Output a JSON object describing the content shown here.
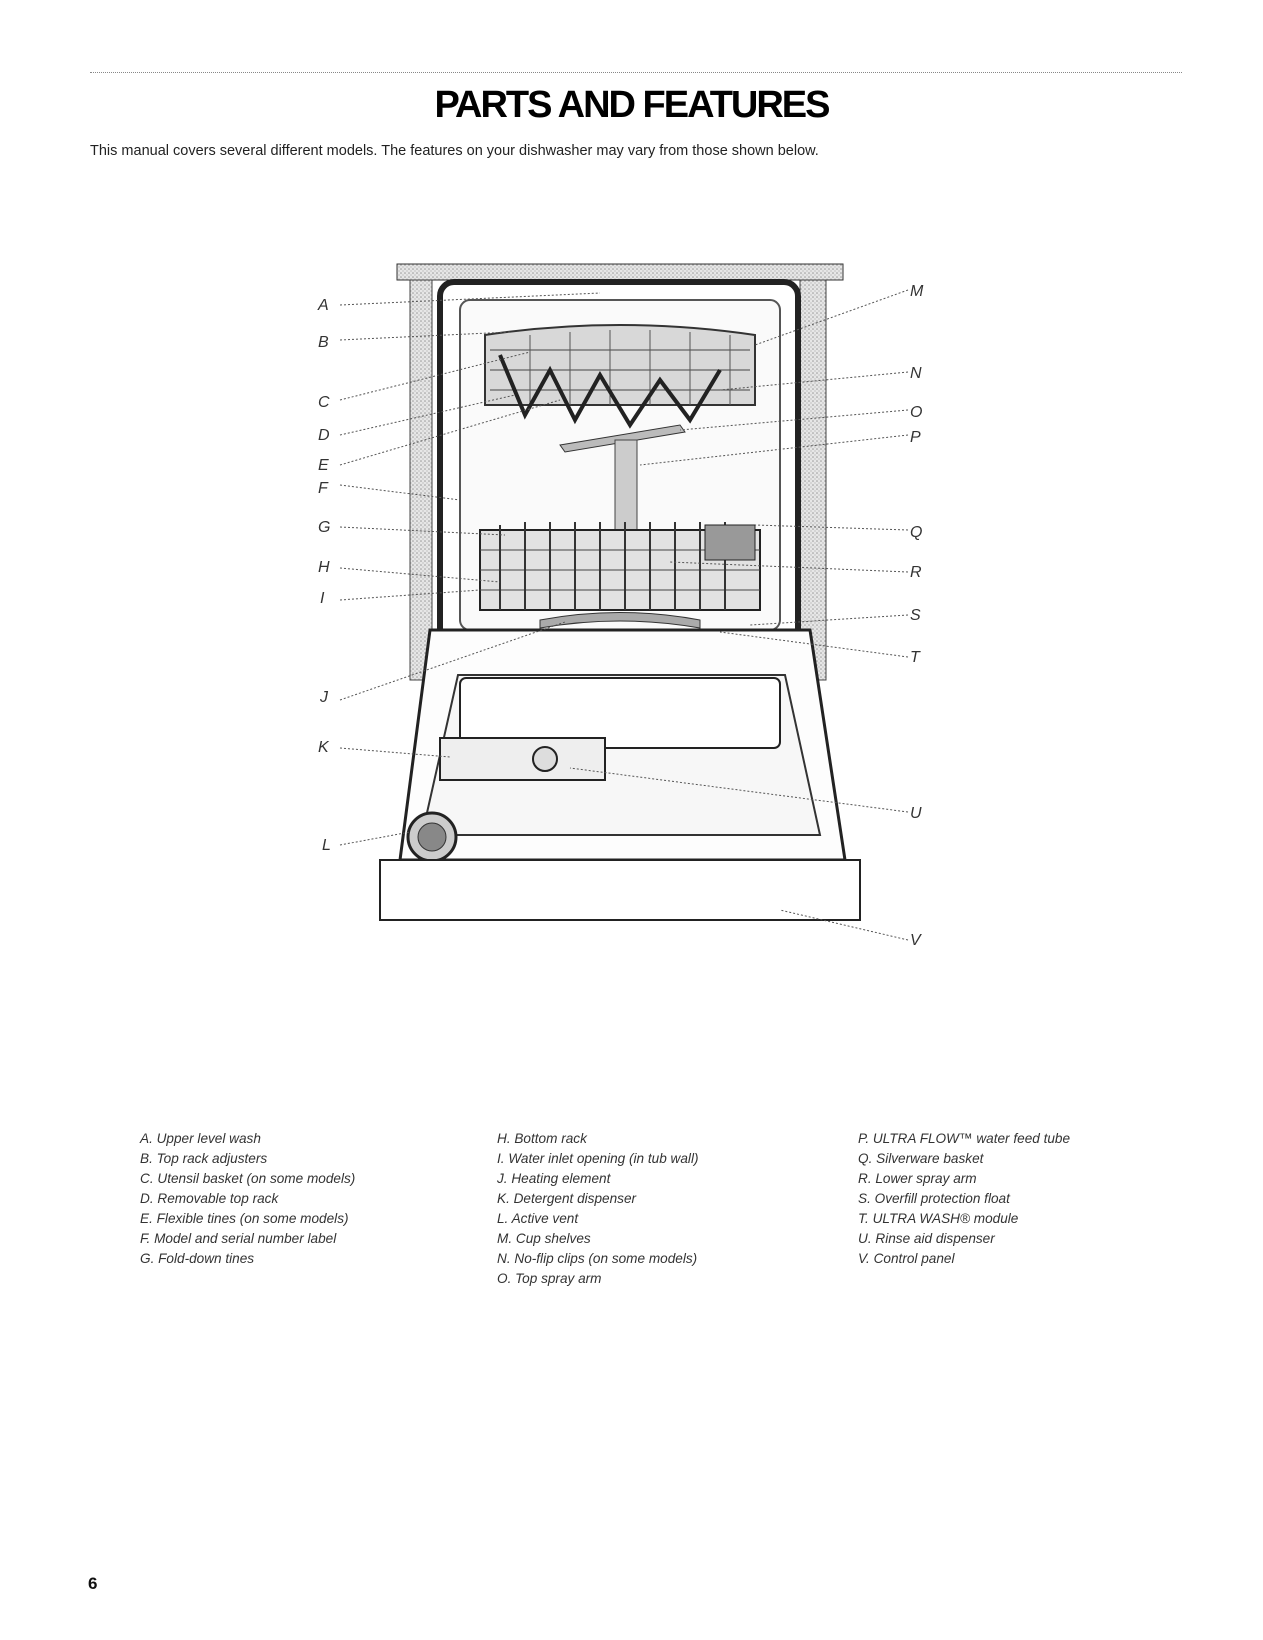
{
  "page": {
    "title": "PARTS AND FEATURES",
    "intro": "This manual covers several different models. The features on your dishwasher may vary from those shown below.",
    "page_number": "6"
  },
  "diagram": {
    "callouts_left": [
      "A",
      "B",
      "C",
      "D",
      "E",
      "F",
      "G",
      "H",
      "I",
      "J",
      "K",
      "L"
    ],
    "callouts_right": [
      "M",
      "N",
      "O",
      "P",
      "Q",
      "R",
      "S",
      "T",
      "U",
      "V"
    ]
  },
  "legend": {
    "col1": [
      "A. Upper level wash",
      "B. Top rack adjusters",
      "C. Utensil basket (on some models)",
      "D. Removable top rack",
      "E. Flexible tines (on some models)",
      "F. Model and serial number label",
      "G. Fold-down tines"
    ],
    "col2": [
      "H. Bottom rack",
      "I. Water inlet opening (in tub wall)",
      "J. Heating element",
      "K. Detergent dispenser",
      "L. Active vent",
      "M. Cup shelves",
      "N. No-flip clips (on some models)",
      "O. Top spray arm"
    ],
    "col3": [
      "P. ULTRA FLOW™ water feed tube",
      "Q. Silverware basket",
      "R. Lower spray arm",
      "S. Overfill protection float",
      "T. ULTRA WASH® module",
      "U. Rinse aid dispenser",
      "V. Control panel"
    ]
  }
}
